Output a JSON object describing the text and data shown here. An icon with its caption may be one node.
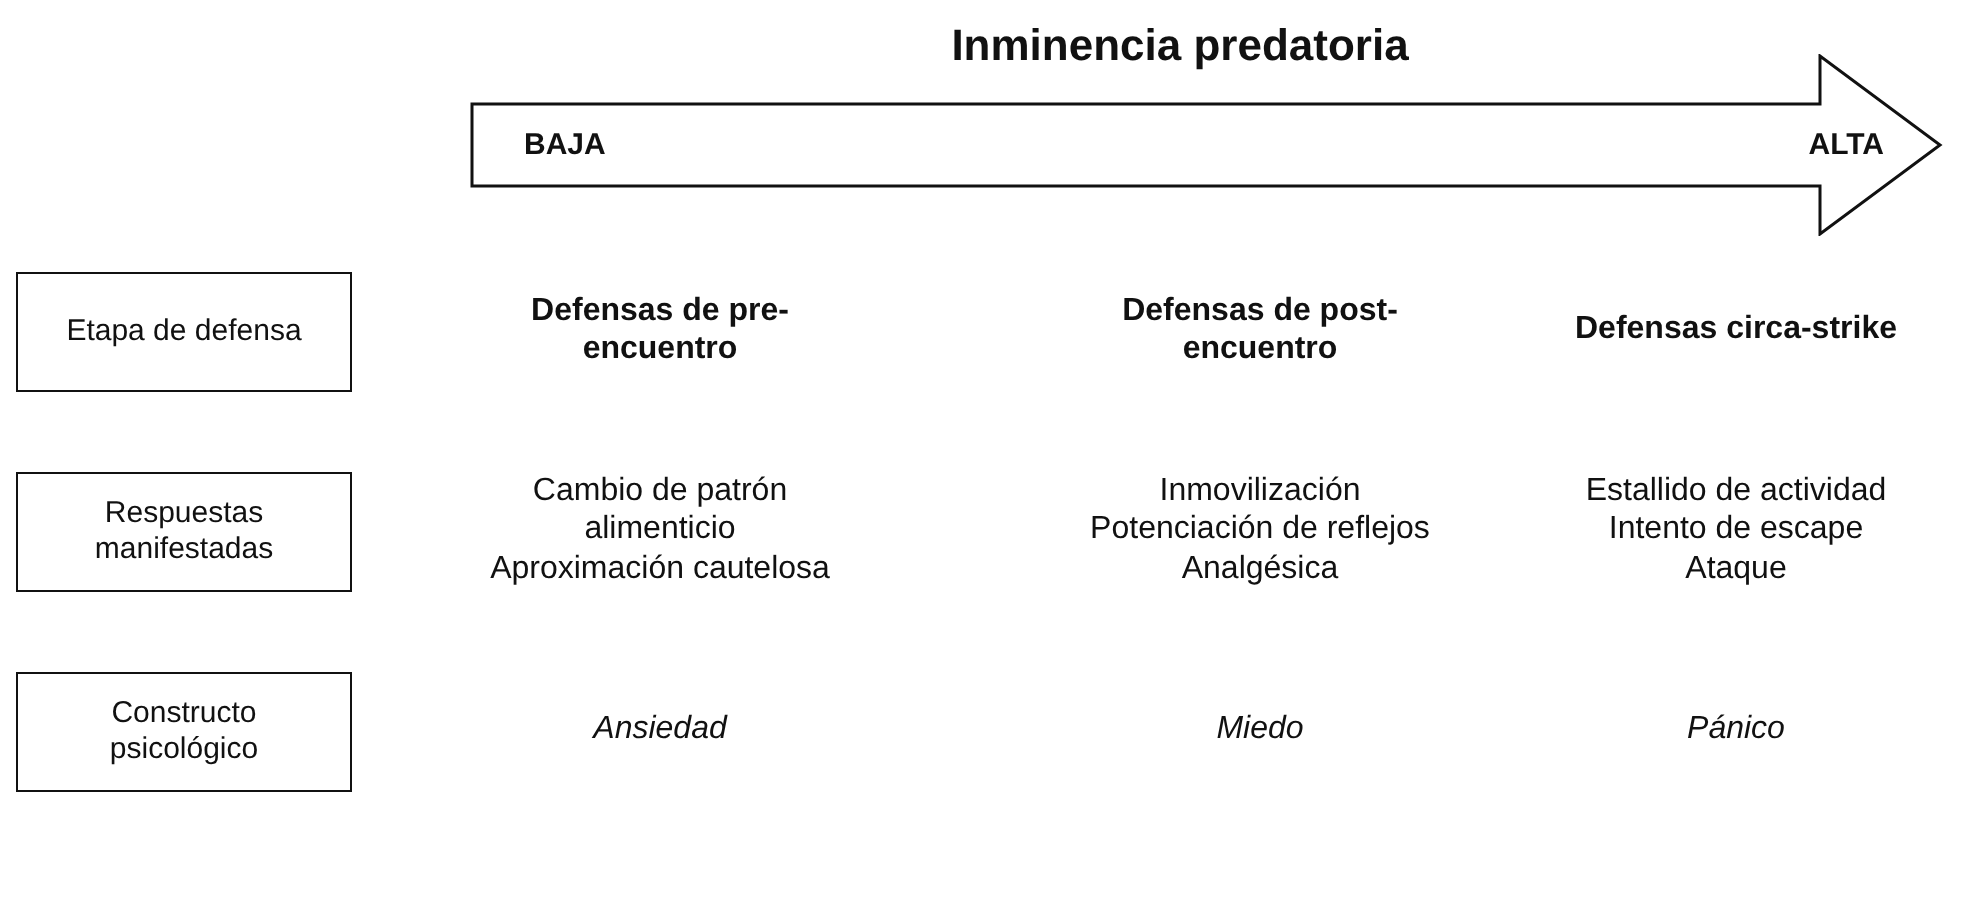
{
  "diagram": {
    "title": "Inminencia predatoria",
    "nodes": [
      {
        "text": [
          "BAJA",
          "ALTA"
        ]
      },
      {
        "text": [
          "Etapa de defensa"
        ]
      },
      {
        "text": [
          "Respuestas manifestadas"
        ]
      },
      {
        "text": [
          "Constructo psicológico"
        ]
      }
    ],
    "labels": [
      "Defensas de pre-encuentro",
      "Defensas de post-encuentro",
      "Defensas circa-strike",
      "Cambio de patrón alimenticio",
      "Aproximación cautelosa",
      "Inmovilización",
      "Potenciación de reflejos",
      "Analgésica",
      "Estallido de actividad",
      "Intento de escape",
      "Ataque",
      "Ansiedad",
      "Miedo",
      "Pánico"
    ]
  }
}
